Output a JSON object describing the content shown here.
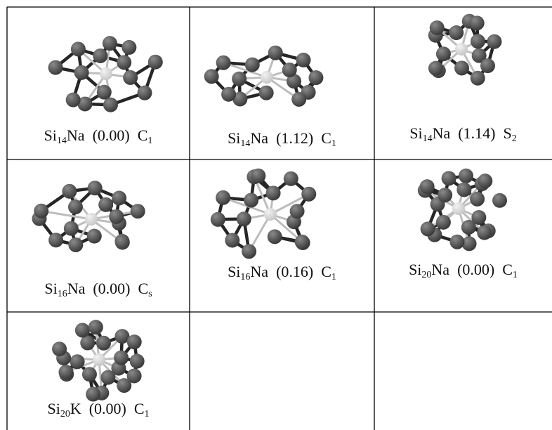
{
  "figure": {
    "cells": [
      {
        "id": "si14na-a",
        "formula": [
          {
            "t": "Si"
          },
          {
            "s": "14"
          },
          {
            "t": "Na"
          }
        ],
        "energy": "(0.00)",
        "symmetry": [
          {
            "t": "C"
          },
          {
            "s": "1"
          }
        ]
      },
      {
        "id": "si14na-b",
        "formula": [
          {
            "t": "Si"
          },
          {
            "s": "14"
          },
          {
            "t": "Na"
          }
        ],
        "energy": "(1.12)",
        "symmetry": [
          {
            "t": "C"
          },
          {
            "s": "1"
          }
        ]
      },
      {
        "id": "si14na-c",
        "formula": [
          {
            "t": "Si"
          },
          {
            "s": "14"
          },
          {
            "t": "Na"
          }
        ],
        "energy": "(1.14)",
        "symmetry": [
          {
            "t": "S"
          },
          {
            "s": "2"
          }
        ]
      },
      {
        "id": "si16na-a",
        "formula": [
          {
            "t": "Si"
          },
          {
            "s": "16"
          },
          {
            "t": "Na"
          }
        ],
        "energy": "(0.00)",
        "symmetry": [
          {
            "t": "C"
          },
          {
            "s": "s"
          }
        ]
      },
      {
        "id": "si16na-b",
        "formula": [
          {
            "t": "Si"
          },
          {
            "s": "16"
          },
          {
            "t": "Na"
          }
        ],
        "energy": "(0.16)",
        "symmetry": [
          {
            "t": "C"
          },
          {
            "s": "1"
          }
        ]
      },
      {
        "id": "si20na-a",
        "formula": [
          {
            "t": "Si"
          },
          {
            "s": "20"
          },
          {
            "t": "Na"
          }
        ],
        "energy": "(0.00)",
        "symmetry": [
          {
            "t": "C"
          },
          {
            "s": "1"
          }
        ]
      },
      {
        "id": "si20k-a",
        "formula": [
          {
            "t": "Si"
          },
          {
            "s": "20"
          },
          {
            "t": "K"
          }
        ],
        "energy": "(0.00)",
        "symmetry": [
          {
            "t": "C"
          },
          {
            "s": "1"
          }
        ]
      }
    ],
    "colors": {
      "silicon_atom": "#3a3a3a",
      "dopant_atom": "#c8c8c8",
      "bond": "#262626",
      "grid": "#000000"
    }
  }
}
